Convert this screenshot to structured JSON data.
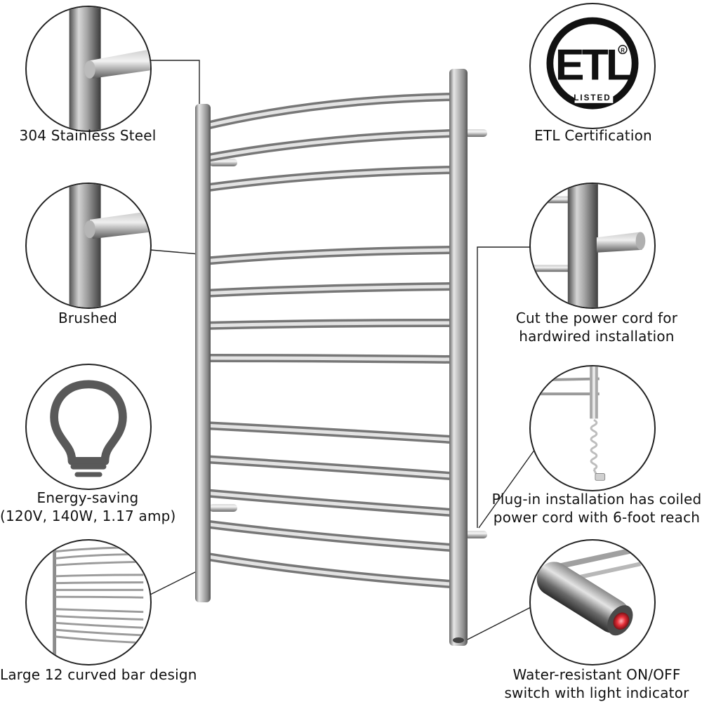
{
  "colors": {
    "steel_light": "#eeeeee",
    "steel_mid": "#b9b9b9",
    "steel_dark": "#6a6a6a",
    "outline": "#222222",
    "indicator_red": "#e8303a"
  },
  "features_left": [
    {
      "icon": "steel-tube-icon",
      "label_lines": [
        "304 Stainless Steel"
      ]
    },
    {
      "icon": "brushed-tube-icon",
      "label_lines": [
        "Brushed"
      ]
    },
    {
      "icon": "light-bulb-icon",
      "label_lines": [
        "Energy-saving",
        "(120V, 140W, 1.17 amp)"
      ]
    },
    {
      "icon": "rack-thumbnail-icon",
      "label_lines": [
        "Large 12 curved bar design"
      ]
    }
  ],
  "features_right": [
    {
      "icon": "etl-logo-icon",
      "label_lines": [
        "ETL Certification"
      ]
    },
    {
      "icon": "hardwire-mount-icon",
      "label_lines": [
        "Cut the power cord for",
        "hardwired installation"
      ]
    },
    {
      "icon": "coiled-cord-icon",
      "label_lines": [
        "Plug-in installation has coiled",
        "power cord with 6-foot reach"
      ]
    },
    {
      "icon": "on-off-switch-icon",
      "label_lines": [
        "Water-resistant ON/OFF",
        "switch with light indicator"
      ]
    }
  ],
  "etl_logo": {
    "letters": "ETL",
    "listed": "LISTED",
    "registered": "R"
  },
  "product": {
    "bar_count": 12
  }
}
